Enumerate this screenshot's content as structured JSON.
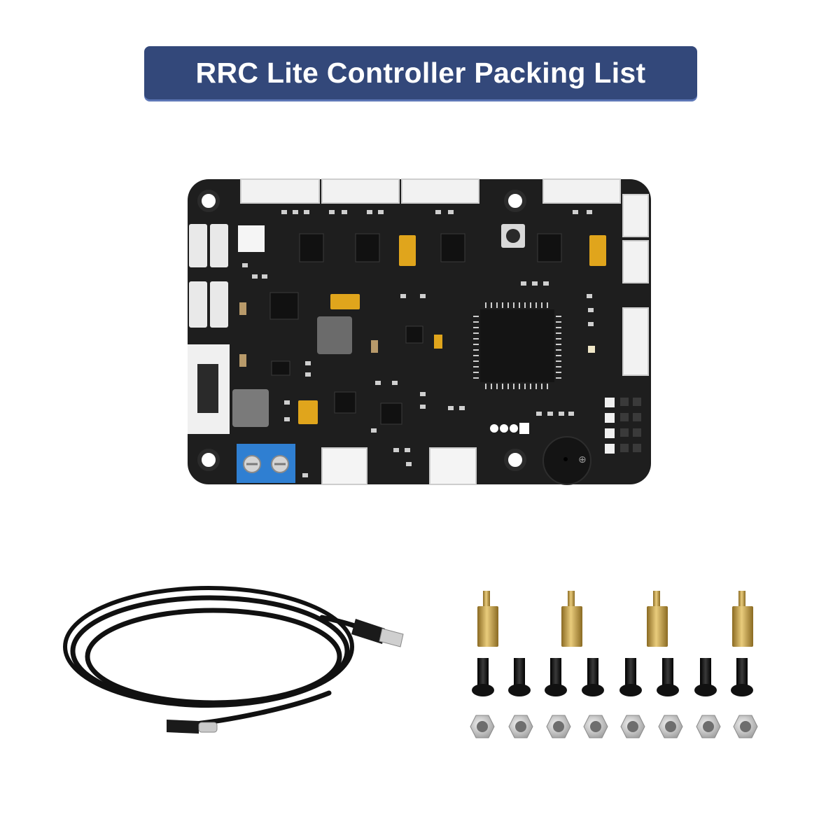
{
  "title": "RRC Lite Controller Packing List",
  "colors": {
    "banner": "#33487a",
    "banner_edge": "#5d77b6",
    "pcb": "#1e1e1e",
    "connector": "#f2f2f2",
    "capacitor": "#e0a51c",
    "terminal": "#2f7fd2",
    "brass": "#c9a24a",
    "steel": "#c8c8c8",
    "cable": "#111111"
  },
  "items": [
    {
      "name": "controller-board",
      "icon": "pcb-icon",
      "count": 1
    },
    {
      "name": "usb-cable",
      "icon": "usb-c-cable-icon",
      "count": 1
    },
    {
      "name": "brass-standoff",
      "icon": "standoff-icon",
      "count": 4
    },
    {
      "name": "screw",
      "icon": "screw-icon",
      "count": 8
    },
    {
      "name": "hex-nut",
      "icon": "nut-icon",
      "count": 8
    }
  ]
}
